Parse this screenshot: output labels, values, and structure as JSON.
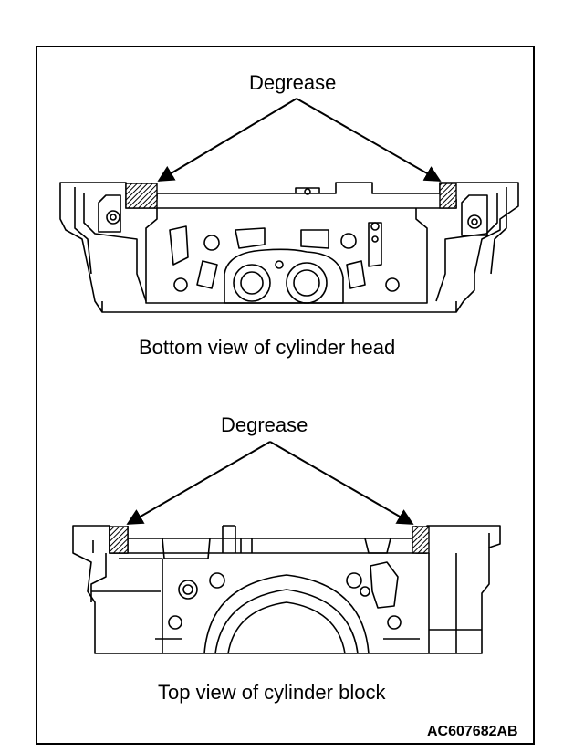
{
  "labels": {
    "top_callout": "Degrease",
    "top_caption": "Bottom view of cylinder head",
    "bottom_callout": "Degrease",
    "bottom_caption": "Top view of cylinder block",
    "figure_code": "AC607682AB"
  }
}
